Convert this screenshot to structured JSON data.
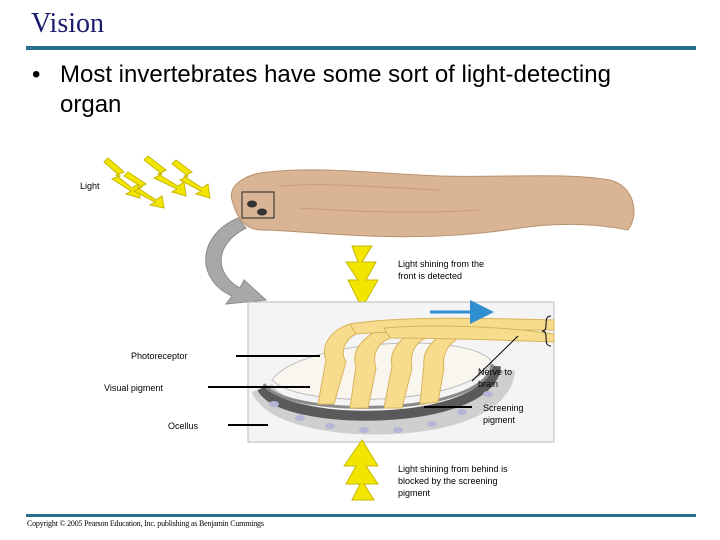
{
  "slide": {
    "title": "Vision",
    "bullet_mark": "•",
    "bullet_text": "Most invertebrates have some sort of light-detecting organ",
    "copyright": "Copyright © 2005 Pearson Education, Inc. publishing as Benjamin Cummings"
  },
  "figure": {
    "labels": {
      "light": "Light",
      "light_front": "Light shining from the front is detected",
      "photoreceptor": "Photoreceptor",
      "visual_pigment": "Visual pigment",
      "ocellus": "Ocellus",
      "nerve_to_brain": "Nerve to brain",
      "screening_pigment": "Screening pigment",
      "light_behind": "Light shining from behind is blocked by the screening pigment"
    },
    "colors": {
      "accent_rule": "#2a6f8f",
      "title_text": "#1a1a6e",
      "lightning": "#f2e600",
      "flatworm_body": "#d9b596",
      "photoreceptor_cell": "#f7dc8e",
      "screening_pigment": "#555555",
      "nerve_signal_arrow": "#2f8fcf"
    }
  }
}
